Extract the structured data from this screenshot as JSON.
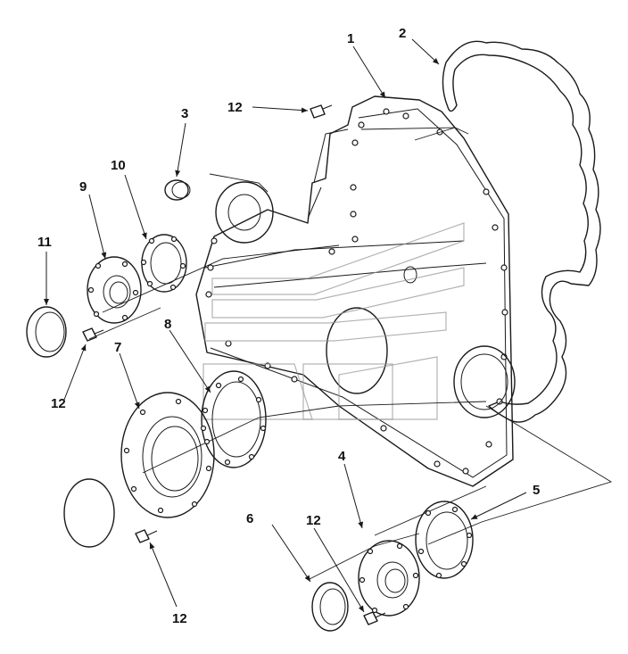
{
  "callouts": [
    {
      "id": "1",
      "label": "1"
    },
    {
      "id": "2",
      "label": "2"
    },
    {
      "id": "3",
      "label": "3"
    },
    {
      "id": "4",
      "label": "4"
    },
    {
      "id": "5",
      "label": "5"
    },
    {
      "id": "6",
      "label": "6"
    },
    {
      "id": "7",
      "label": "7"
    },
    {
      "id": "8",
      "label": "8"
    },
    {
      "id": "9",
      "label": "9"
    },
    {
      "id": "10",
      "label": "10"
    },
    {
      "id": "11",
      "label": "11"
    },
    {
      "id": "12a",
      "label": "12"
    },
    {
      "id": "12b",
      "label": "12"
    },
    {
      "id": "12c",
      "label": "12"
    },
    {
      "id": "12d",
      "label": "12"
    }
  ]
}
